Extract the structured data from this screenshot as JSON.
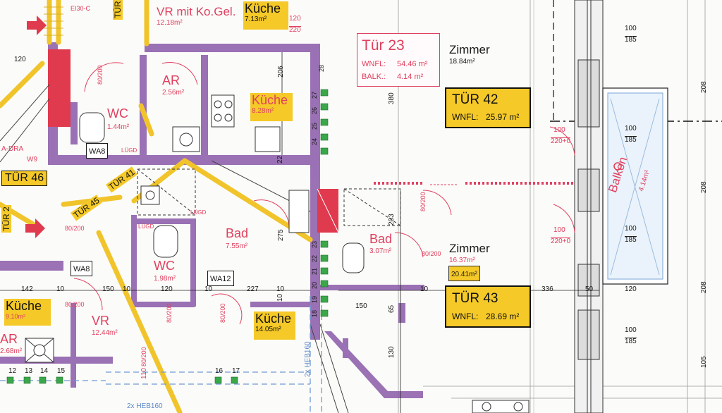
{
  "colors": {
    "wall": "#8a5aa8",
    "accent": "#f5c928",
    "text_red": "#e0405f",
    "shaft": "#e03a4e",
    "green": "#3aa84a",
    "line": "#1a1a1a"
  },
  "units": [
    {
      "title": "TÜR 42",
      "area_label": "WNFL:",
      "area": "25.97 m²"
    },
    {
      "title": "TÜR 43",
      "area_label": "WNFL:",
      "area": "28.69 m²"
    },
    {
      "title": "TÜR 46"
    }
  ],
  "summary_box": {
    "title": "Tür 23",
    "wnfl_label": "WNFL:",
    "wnfl_value": "54.46 m²",
    "balk_label": "BALK.:",
    "balk_value": "4.14 m²"
  },
  "rooms": {
    "zimmer_top": {
      "name": "Zimmer",
      "area": "18.84m²"
    },
    "zimmer_bottom": {
      "name": "Zimmer",
      "area1": "16.37m²",
      "area2": "20.41m²"
    },
    "kueche_top": {
      "name": "Küche",
      "area": "7.13m²"
    },
    "kueche_mid": {
      "name": "Küche",
      "area": "8.28m²"
    },
    "kueche_bottom": {
      "name": "Küche",
      "area": "14.05m²"
    },
    "kueche_left": {
      "name": "Küche",
      "area": "9.10m²"
    },
    "ar_top": {
      "name": "AR",
      "area": "2.56m²"
    },
    "ar_left": {
      "name": "AR",
      "area": "2.68m²"
    },
    "wc_top": {
      "name": "WC",
      "area": "1.44m²"
    },
    "wc_mid": {
      "name": "WC",
      "area": "1.98m²"
    },
    "bad_big": {
      "name": "Bad",
      "area": "7.55m²"
    },
    "bad_small": {
      "name": "Bad",
      "area": "3.07m²"
    },
    "vr_top": {
      "name": "VR mit Ko.Gel.",
      "area": "12.18m²"
    },
    "vr_left": {
      "name": "VR",
      "area": "12.44m²"
    },
    "balkon": {
      "name": "Balkon",
      "area": "4.14m²"
    }
  },
  "tags": {
    "tuer42_small": "TÜR 42",
    "tuer41": "TÜR 41",
    "tuer45": "TÜR 45",
    "tuer_left_partial": "TÜR 2",
    "wa8_top": "WA8",
    "wa8_bottom": "WA8",
    "wa12": "WA12",
    "w9": "W9",
    "dra": "A-DRA",
    "hebe": "2x HEB160",
    "hebe_bottom": "2x HEB160",
    "luedg_a": "LÜGD",
    "luedg_b": "LÜGD",
    "luedg_c": "LÜGD",
    "ei30": "EI30-C"
  },
  "dimensions": {
    "d100_185_a": [
      "100",
      "185"
    ],
    "d100_185_b": [
      "100",
      "185"
    ],
    "d100_185_c": [
      "100",
      "185"
    ],
    "d100_185_d": [
      "100",
      "185"
    ],
    "d100_2200_a": [
      "100",
      "220+0"
    ],
    "d100_2200_b": [
      "100",
      "220+0"
    ],
    "d120_220": [
      "120",
      "220"
    ],
    "d80_200_list": [
      "80/200",
      "80/200",
      "80/200",
      "80/200",
      "80/200",
      "80/200",
      "80/200",
      "80/200"
    ],
    "v208_a": "208",
    "v208_b": "208",
    "v208_c": "208",
    "v105": "105",
    "v380": "380",
    "v206": "206",
    "v275": "275",
    "v203": "203",
    "v65": "65",
    "v130": "130",
    "v110": "110",
    "h142": "142",
    "h10a": "10",
    "h150a": "150",
    "h10b": "10",
    "h120": "120",
    "h10c": "10",
    "h227": "227",
    "h10d": "10",
    "h150b": "150",
    "h10e": "10",
    "h336": "336",
    "h50": "50",
    "h120b": "120",
    "h120top": "120",
    "h22": "22",
    "h10f": "10"
  },
  "outlets_right": [
    "28",
    "27",
    "26",
    "25",
    "24",
    "23",
    "22",
    "21",
    "20",
    "19",
    "18"
  ],
  "outlets_bottom": [
    "12",
    "13",
    "14",
    "15",
    "16",
    "17"
  ]
}
